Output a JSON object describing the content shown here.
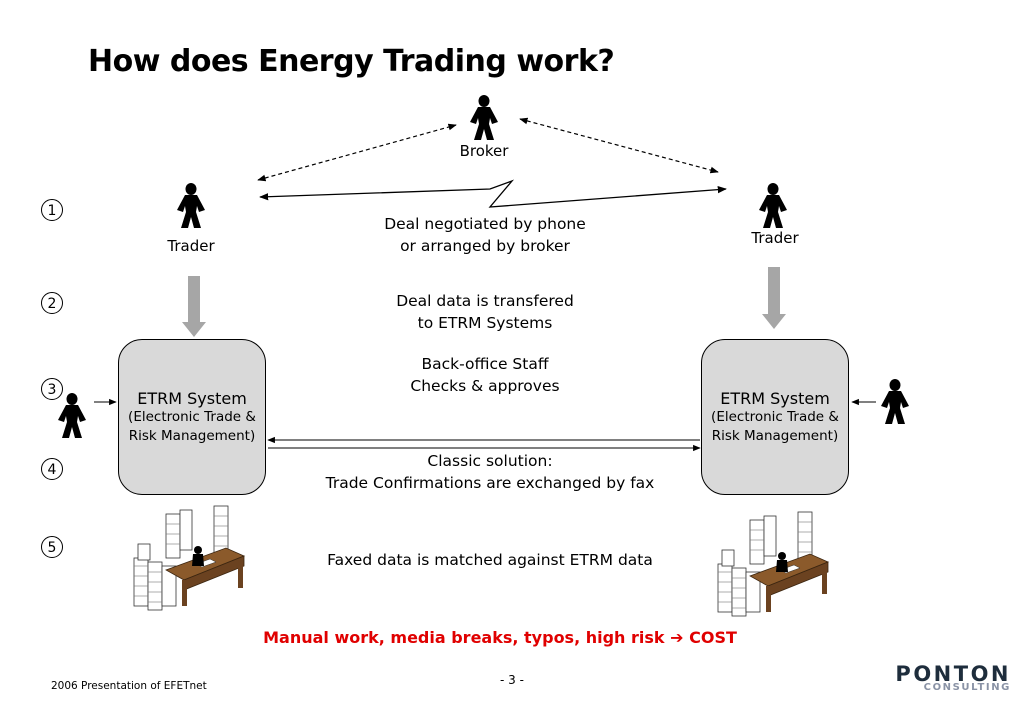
{
  "slide": {
    "title": "How does Energy Trading work?",
    "broker_label": "Broker",
    "trader_left_label": "Trader",
    "trader_right_label": "Trader",
    "steps": [
      "1",
      "2",
      "3",
      "4",
      "5"
    ],
    "etrm_left": {
      "title": "ETRM System",
      "line1": "(Electronic Trade &",
      "line2": "Risk Management)"
    },
    "etrm_right": {
      "title": "ETRM System",
      "line1": "(Electronic Trade &",
      "line2": "Risk Management)"
    },
    "msg_deal_line1": "Deal negotiated by phone",
    "msg_deal_line2": "or arranged by broker",
    "msg_transfer_line1": "Deal data is transfered",
    "msg_transfer_line2": "to ETRM Systems",
    "msg_backoffice_line1": "Back-office Staff",
    "msg_backoffice_line2": "Checks & approves",
    "msg_classic_line1": "Classic solution:",
    "msg_classic_line2": "Trade Confirmations are exchanged by fax",
    "msg_faxed": "Faxed data is matched against ETRM data",
    "warning_part1": "Manual work, media breaks, typos, high risk",
    "warning_arrow": "➔",
    "warning_part2": "COST",
    "footer_left": "2006 Presentation of EFETnet",
    "page_number": "- 3 -",
    "logo_line1": "PONTON",
    "logo_line2": "CONSULTING",
    "colors": {
      "warning": "#e00000",
      "etrm_fill": "#d9d9d9",
      "arrow_gray": "#a6a6a6",
      "logo_dark": "#1e2d3c",
      "logo_light": "#8a93a6"
    }
  }
}
